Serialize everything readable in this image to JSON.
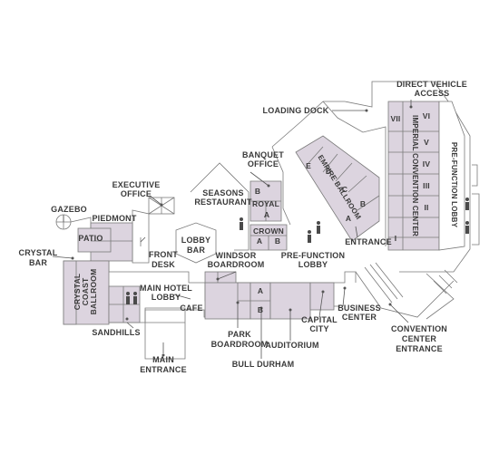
{
  "map": {
    "labels": {
      "direct_vehicle_access": [
        "DIRECT VEHICLE",
        "ACCESS"
      ],
      "loading_dock": "LOADING DOCK",
      "banquet_office": [
        "BANQUET",
        "OFFICE"
      ],
      "executive_office": [
        "EXECUTIVE",
        "OFFICE"
      ],
      "gazebo": "GAZEBO",
      "piedmont": "PIEDMONT",
      "seasons_restaurant": [
        "SEASONS",
        "RESTAURANT"
      ],
      "royal": "ROYAL",
      "crown": "CROWN",
      "patio": "PATIO",
      "crystal_bar": [
        "CRYSTAL",
        "BAR"
      ],
      "front_desk": [
        "FRONT",
        "DESK"
      ],
      "lobby_bar": [
        "LOBBY",
        "BAR"
      ],
      "windsor_boardroom": [
        "WINDSOR",
        "BOARDROOM"
      ],
      "pre_function_lobby": [
        "PRE-FUNCTION",
        "LOBBY"
      ],
      "entrance": "ENTRANCE",
      "main_hotel_lobby": [
        "MAIN HOTEL",
        "LOBBY"
      ],
      "cafe": "CAFE",
      "crystal_coast_ballroom": [
        "CRYSTAL",
        "COAST",
        "BALLROOM"
      ],
      "sandhills": "SANDHILLS",
      "business_center": [
        "BUSINESS",
        "CENTER"
      ],
      "capital_city": [
        "CAPITAL",
        "CITY"
      ],
      "park_boardroom": [
        "PARK",
        "BOARDROOM"
      ],
      "auditorium": "AUDITORIUM",
      "convention_center_entrance": [
        "CONVENTION",
        "CENTER",
        "ENTRANCE"
      ],
      "main_entrance": [
        "MAIN",
        "ENTRANCE"
      ],
      "bull_durham": "BULL DURHAM",
      "empire_ballroom": "EMPIRE BALLROOM",
      "imperial_convention_center": "IMPERIAL CONVENTION CENTER",
      "pre_function_lobby_vertical": "PRE-FUNCTION LOBBY"
    },
    "room_letters": {
      "royal_a": "A",
      "royal_b": "B",
      "crown_a": "A",
      "crown_b": "B",
      "bull_a": "A",
      "bull_b": "B",
      "empire_a": "A",
      "empire_b": "B",
      "empire_c": "C",
      "empire_d": "D",
      "empire_e": "E"
    },
    "imperial_sections": [
      "VII",
      "VI",
      "V",
      "IV",
      "III",
      "II",
      "I"
    ],
    "colors": {
      "room_fill": "#dcd4df",
      "wall": "#7a7a7a",
      "text": "#3a3a3a"
    }
  }
}
